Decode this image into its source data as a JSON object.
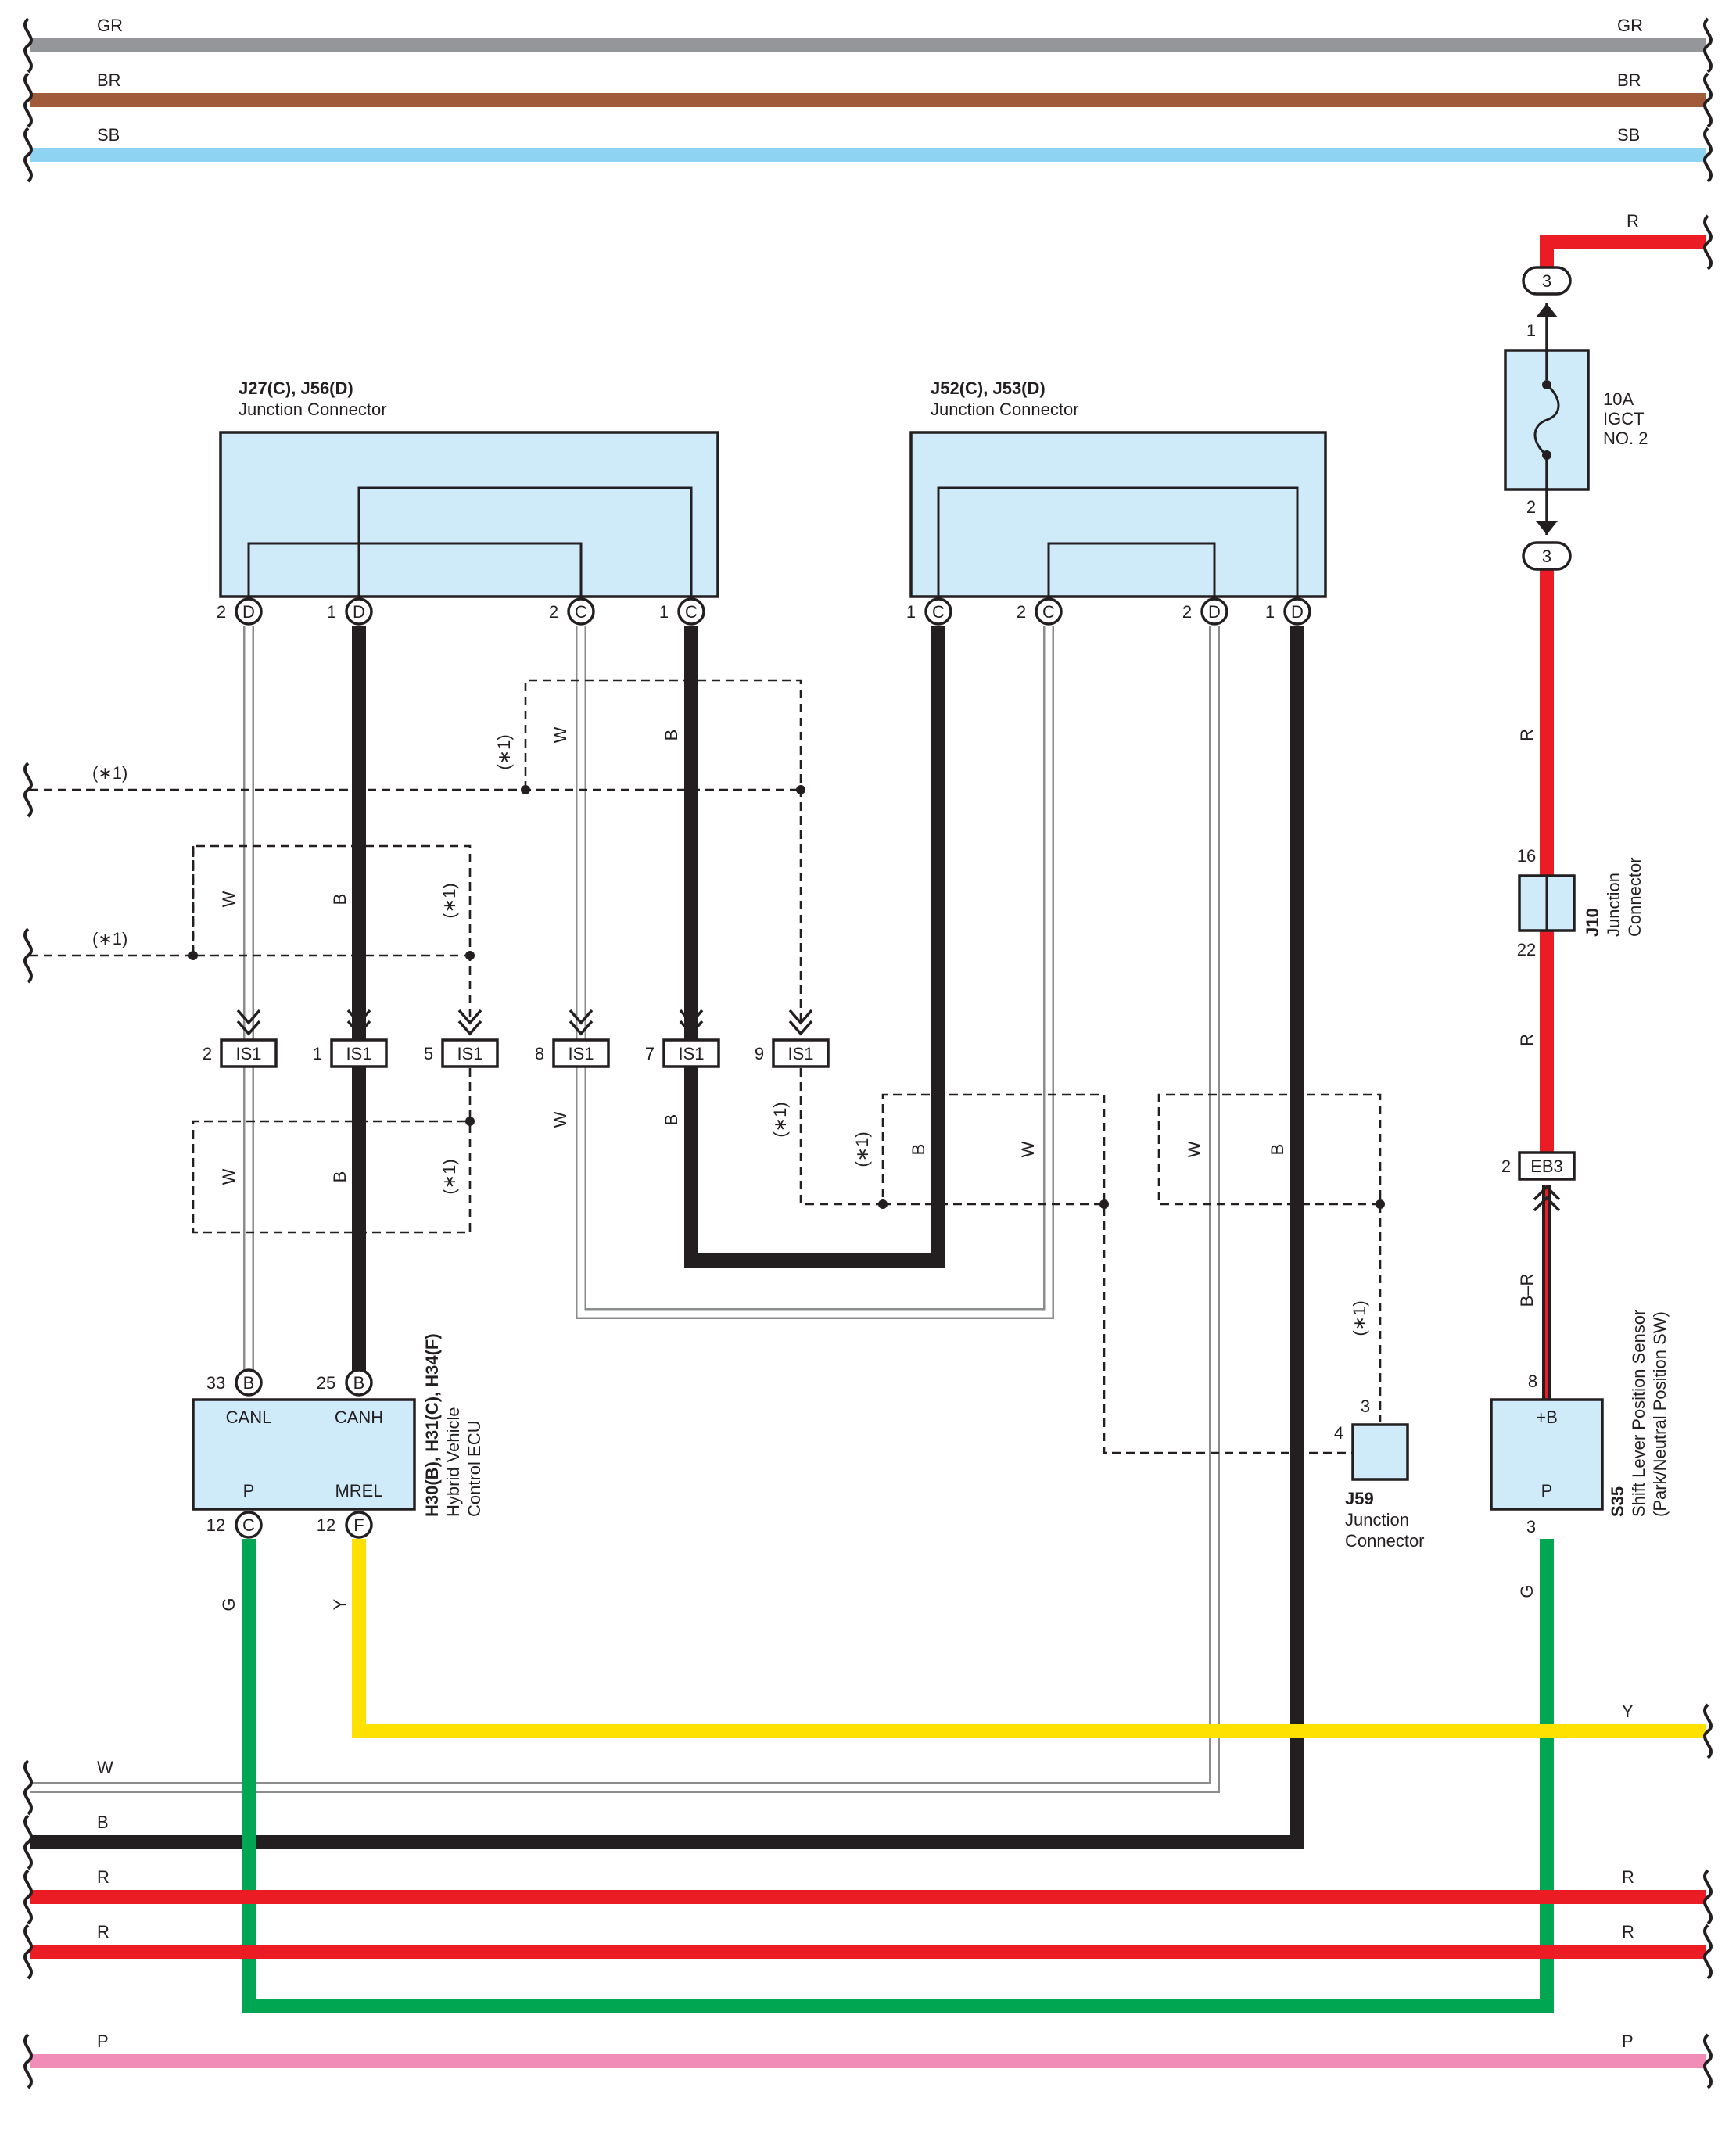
{
  "colors": {
    "GR": "#949699",
    "BR": "#a15a3a",
    "SB": "#8fd3f2",
    "R": "#ec1c24",
    "B": "#231f20",
    "W": "#ffffff",
    "G": "#00a651",
    "Y": "#ffe100",
    "P": "#f18cb8",
    "box_fill": "#cfeaf8"
  },
  "bus_labels": {
    "gr": "GR",
    "br": "BR",
    "sb": "SB",
    "r_top": "R",
    "w": "W",
    "b": "B",
    "r1": "R",
    "r2": "R",
    "p": "P",
    "y": "Y"
  },
  "components": {
    "j27": {
      "title": "J27(C), J56(D)",
      "subtitle": "Junction Connector",
      "pins": [
        {
          "num": "2",
          "letter": "D"
        },
        {
          "num": "1",
          "letter": "D"
        },
        {
          "num": "2",
          "letter": "C"
        },
        {
          "num": "1",
          "letter": "C"
        }
      ]
    },
    "j52": {
      "title": "J52(C), J53(D)",
      "subtitle": "Junction Connector",
      "pins": [
        {
          "num": "1",
          "letter": "C"
        },
        {
          "num": "2",
          "letter": "C"
        },
        {
          "num": "2",
          "letter": "D"
        },
        {
          "num": "1",
          "letter": "D"
        }
      ]
    },
    "fuse": {
      "line1": "10A",
      "line2": "IGCT",
      "line3": "NO. 2",
      "pin_top": "1",
      "pin_bottom": "2",
      "conn": "3"
    },
    "j10": {
      "title": "J10",
      "line1": "Junction",
      "line2": "Connector",
      "pin_top": "16",
      "pin_bottom": "22"
    },
    "eb3": {
      "pin": "2",
      "label": "EB3"
    },
    "ecu": {
      "title": "H30(B), H31(C), H34(F)",
      "line1": "Hybrid Vehicle",
      "line2": "Control ECU",
      "canl": "CANL",
      "canh": "CANH",
      "p": "P",
      "mrel": "MREL",
      "pins": [
        {
          "num": "33",
          "letter": "B"
        },
        {
          "num": "25",
          "letter": "B"
        },
        {
          "num": "12",
          "letter": "C"
        },
        {
          "num": "12",
          "letter": "F"
        }
      ]
    },
    "j59": {
      "title": "J59",
      "line1": "Junction",
      "line2": "Connector",
      "pin3": "3",
      "pin4": "4"
    },
    "s35": {
      "title": "S35",
      "line1": "Shift Lever Position Sensor",
      "line2": "(Park/Neutral Position SW)",
      "plusb": "+B",
      "p": "P",
      "pin8": "8",
      "pin3": "3"
    },
    "is1": [
      {
        "num": "2",
        "label": "IS1"
      },
      {
        "num": "1",
        "label": "IS1"
      },
      {
        "num": "5",
        "label": "IS1"
      },
      {
        "num": "8",
        "label": "IS1"
      },
      {
        "num": "7",
        "label": "IS1"
      },
      {
        "num": "9",
        "label": "IS1"
      }
    ]
  },
  "wire_labels": {
    "star1": "(∗1)",
    "w": "W",
    "b": "B",
    "r": "R",
    "g": "G",
    "y": "Y",
    "br": "B–R"
  }
}
